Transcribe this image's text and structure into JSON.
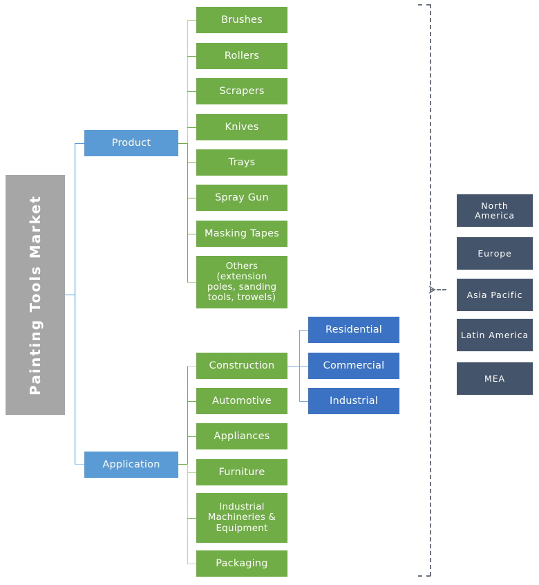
{
  "diagram": {
    "title": "Painting Tools Market",
    "type": "market-segmentation-tree",
    "colors": {
      "root": "#a6a6a6",
      "segment": "#5b9bd5",
      "product_item": "#70ad47",
      "sub_application": "#3b72c4",
      "region": "#44546a",
      "connector_blue": "#5b9bd5",
      "connector_green": "#70ad47",
      "dashed_connector": "#6b7280",
      "background": "#ffffff",
      "text": "#ffffff"
    }
  },
  "root": {
    "label": "Painting Tools Market"
  },
  "branches": [
    {
      "id": "product",
      "label": "Product",
      "children": [
        {
          "label": "Brushes"
        },
        {
          "label": "Rollers"
        },
        {
          "label": "Scrapers"
        },
        {
          "label": "Knives"
        },
        {
          "label": "Trays"
        },
        {
          "label": "Spray Gun"
        },
        {
          "label": "Masking Tapes"
        },
        {
          "label": "Others\n(extension\npoles, sanding\ntools, trowels)"
        }
      ]
    },
    {
      "id": "application",
      "label": "Application",
      "children": [
        {
          "label": "Construction"
        },
        {
          "label": "Automotive"
        },
        {
          "label": "Appliances"
        },
        {
          "label": "Furniture"
        },
        {
          "label": "Industrial\nMachineries &\nEquipment"
        },
        {
          "label": "Packaging"
        }
      ]
    }
  ],
  "construction_subsegments": [
    {
      "label": "Residential"
    },
    {
      "label": "Commercial"
    },
    {
      "label": "Industrial"
    }
  ],
  "regions": [
    {
      "label": "North America"
    },
    {
      "label": "Europe"
    },
    {
      "label": "Asia Pacific"
    },
    {
      "label": "Latin America"
    },
    {
      "label": "MEA"
    }
  ]
}
